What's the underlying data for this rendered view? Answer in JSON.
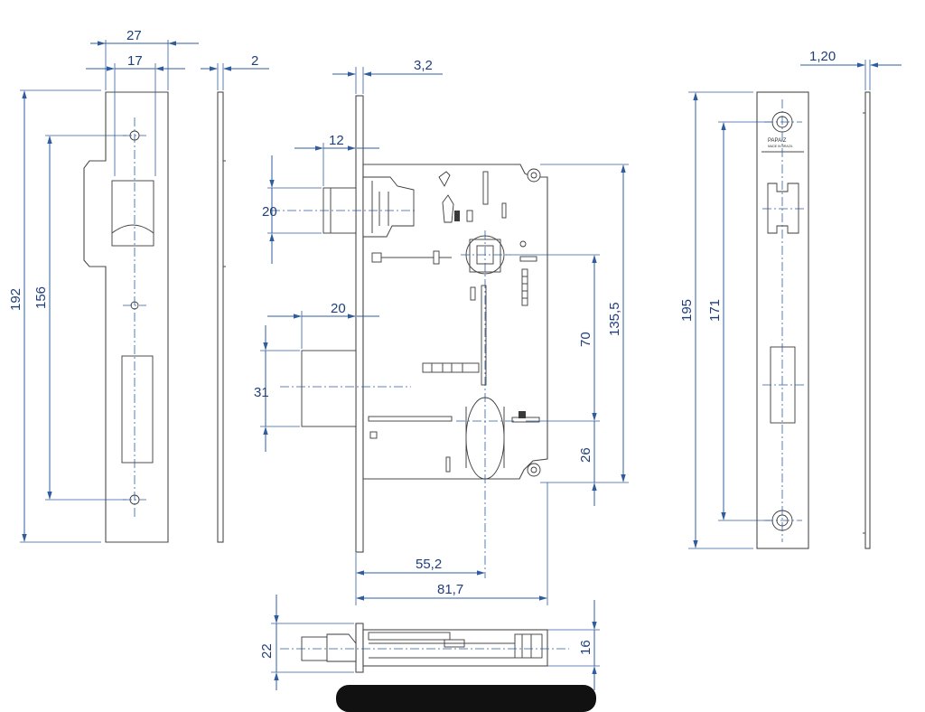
{
  "dimensions": {
    "faceplate_width": "27",
    "faceplate_inner": "17",
    "faceplate_thickness": "2",
    "faceplate_length": "192",
    "faceplate_hole_spacing": "156",
    "front_thickness": "3,2",
    "latch_projection": "12",
    "latch_height": "20",
    "bolt_projection": "20",
    "bolt_height": "31",
    "spindle_to_cylinder": "70",
    "case_height": "135,5",
    "cylinder_to_bottom": "26",
    "backset": "55,2",
    "case_depth": "81,7",
    "strike_thickness": "1,20",
    "strike_length": "195",
    "strike_hole_spacing": "171",
    "bottom_height": "22",
    "bottom_depth": "16"
  },
  "brand": {
    "name": "PAPAIZ",
    "made_in": "MADE IN BRAZIL"
  }
}
